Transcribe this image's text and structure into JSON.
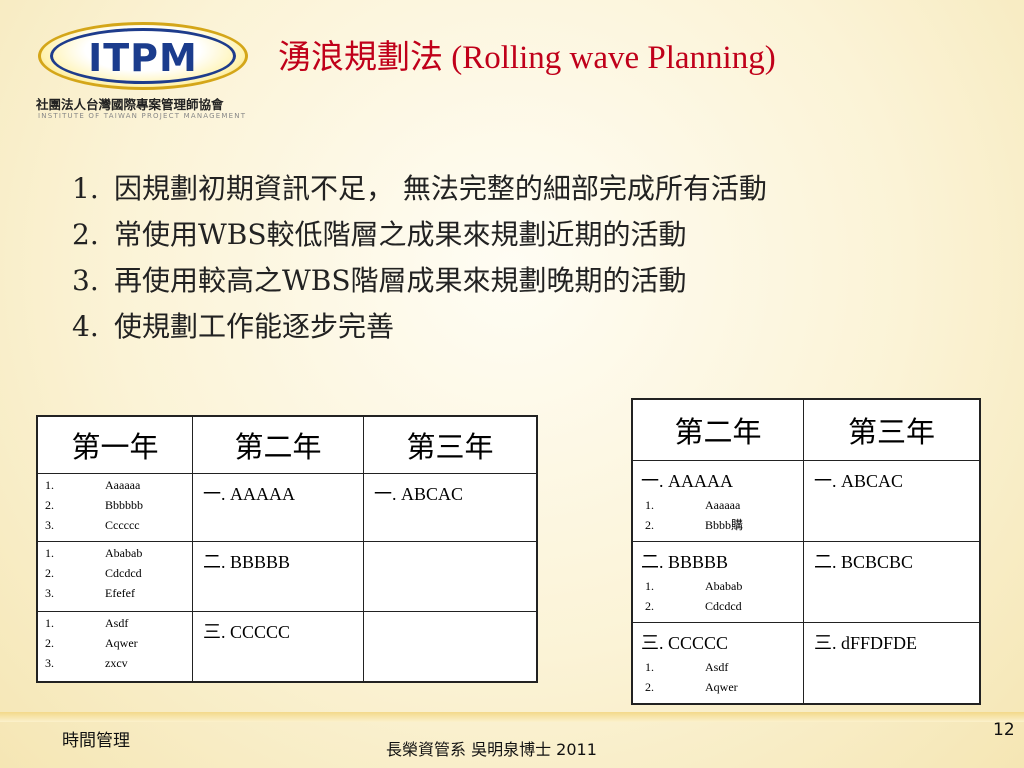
{
  "logo": {
    "mark": "ITPM",
    "org_cn": "社團法人台灣國際專案管理師協會",
    "org_en": "INSTITUTE OF TAIWAN PROJECT MANAGEMENT"
  },
  "title": "湧浪規劃法 (Rolling wave Planning)",
  "bullets": [
    {
      "num": "1.",
      "text": "因規劃初期資訊不足， 無法完整的細部完成所有活動"
    },
    {
      "num": "2.",
      "text": "常使用WBS較低階層之成果來規劃近期的活動"
    },
    {
      "num": "3.",
      "text": "再使用較高之WBS階層成果來規劃晚期的活動"
    },
    {
      "num": "4.",
      "text": "使規劃工作能逐步完善"
    }
  ],
  "table_left": {
    "headers": [
      "第一年",
      "第二年",
      "第三年"
    ],
    "rows": [
      {
        "col1": [
          [
            "1.",
            "Aaaaaa"
          ],
          [
            "2.",
            "Bbbbbb"
          ],
          [
            "3.",
            "Cccccc"
          ]
        ],
        "col2": "一. AAAAA",
        "col3": "一. ABCAC"
      },
      {
        "col1": [
          [
            "1.",
            "Ababab"
          ],
          [
            "2.",
            "Cdcdcd"
          ],
          [
            "3.",
            "Efefef"
          ]
        ],
        "col2": "二. BBBBB",
        "col3": ""
      },
      {
        "col1": [
          [
            "1.",
            "Asdf"
          ],
          [
            "2.",
            "Aqwer"
          ],
          [
            "3.",
            "zxcv"
          ]
        ],
        "col2": "三. CCCCC",
        "col3": ""
      }
    ]
  },
  "table_right": {
    "headers": [
      "第二年",
      "第三年"
    ],
    "rows": [
      {
        "col1_head": "一. AAAAA",
        "col1_items": [
          [
            "1.",
            "Aaaaaa"
          ],
          [
            "2.",
            "Bbbb購"
          ]
        ],
        "col2": "一. ABCAC"
      },
      {
        "col1_head": "二. BBBBB",
        "col1_items": [
          [
            "1.",
            "Ababab"
          ],
          [
            "2.",
            "Cdcdcd"
          ]
        ],
        "col2": "二. BCBCBC"
      },
      {
        "col1_head": "三. CCCCC",
        "col1_items": [
          [
            "1.",
            "Asdf"
          ],
          [
            "2.",
            "Aqwer"
          ]
        ],
        "col2": "三. dFFDFDE"
      }
    ]
  },
  "footer": {
    "left": "時間管理",
    "center": "長榮資管系 吳明泉博士 2011",
    "page": "12"
  }
}
